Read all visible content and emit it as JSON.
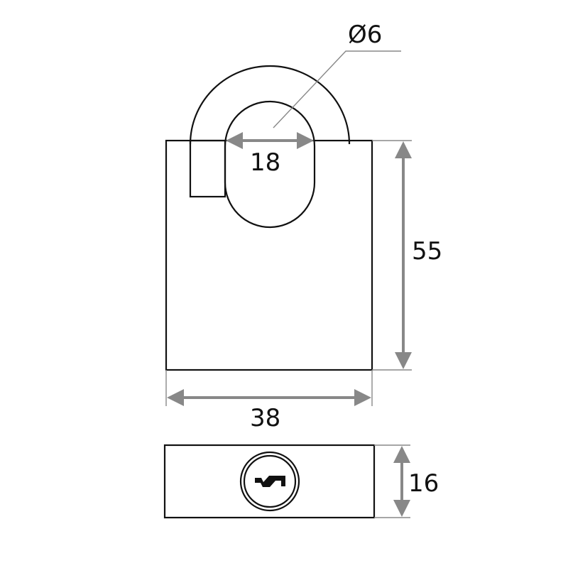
{
  "dimensions": {
    "shackle_diameter": "Ø6",
    "shackle_inner_width": "18",
    "body_height": "55",
    "body_width": "38",
    "body_thickness": "16"
  },
  "colors": {
    "outline": "#111111",
    "dimension": "#888888"
  }
}
